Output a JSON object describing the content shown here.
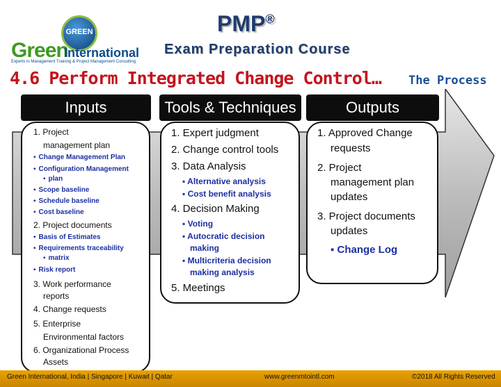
{
  "header": {
    "logo_badge": "GREEN",
    "logo_green": "Green",
    "logo_intl": "International",
    "logo_tagline": "Experts in Management Training & Project Management Consulting",
    "pmp": "PMP",
    "pmp_mark": "®",
    "course": "Exam Preparation Course",
    "title": "4.6 Perform Integrated Change Control…",
    "subtitle": "The Process"
  },
  "columns": {
    "inputs": "Inputs",
    "tools": "Tools & Techniques",
    "outputs": "Outputs"
  },
  "inputs": [
    {
      "text": "1. Project"
    },
    {
      "text": "management plan"
    },
    {
      "text": "Change Management Plan",
      "sub": true
    },
    {
      "text": "Configuration Management",
      "sub": true
    },
    {
      "text": "plan",
      "subcont": true
    },
    {
      "text": "Scope baseline",
      "sub": true
    },
    {
      "text": "Schedule baseline",
      "sub": true
    },
    {
      "text": "Cost baseline",
      "sub": true
    },
    {
      "text": "2. Project documents"
    },
    {
      "text": "Basis of Estimates",
      "sub": true
    },
    {
      "text": "Requirements traceability",
      "sub": true
    },
    {
      "text": "matrix",
      "subcont": true
    },
    {
      "text": "Risk report",
      "sub": true
    },
    {
      "text": "3. Work performance"
    },
    {
      "text": "reports"
    },
    {
      "text": "4. Change requests"
    },
    {
      "text": "5. Enterprise"
    },
    {
      "text": "Environmental factors"
    },
    {
      "text": "6. Organizational Process"
    },
    {
      "text": "Assets"
    }
  ],
  "tools": [
    "1. Expert judgment",
    "2. Change control tools",
    "3. Data Analysis",
    "Alternative analysis",
    "Cost benefit analysis",
    "4. Decision Making",
    "Voting",
    "Autocratic decision",
    "making",
    "Multicriteria decision",
    "making analysis",
    "5. Meetings"
  ],
  "outputs": [
    "1. Approved Change",
    "requests",
    "2. Project",
    "management plan",
    "updates",
    "3. Project documents",
    "updates",
    "Change Log"
  ],
  "footer": {
    "left": "Green International, India | Singapore | Kuwait | Qatar",
    "mid": "www.greenmtointl.com",
    "right": "©2018 All Rights Reserved"
  },
  "colors": {
    "title_red": "#c4141e",
    "navy": "#1e3c6e",
    "sub_blue": "#1b2fa3",
    "footer_gold": "#e9a300"
  }
}
